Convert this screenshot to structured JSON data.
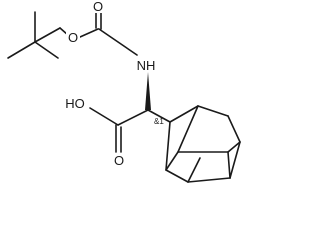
{
  "structure": {
    "atoms": {
      "o_carbonyl": "O",
      "o_ester": "O",
      "nh": "NH",
      "oh": "HO",
      "o_acid": "O"
    },
    "stereo_label": "&1"
  }
}
